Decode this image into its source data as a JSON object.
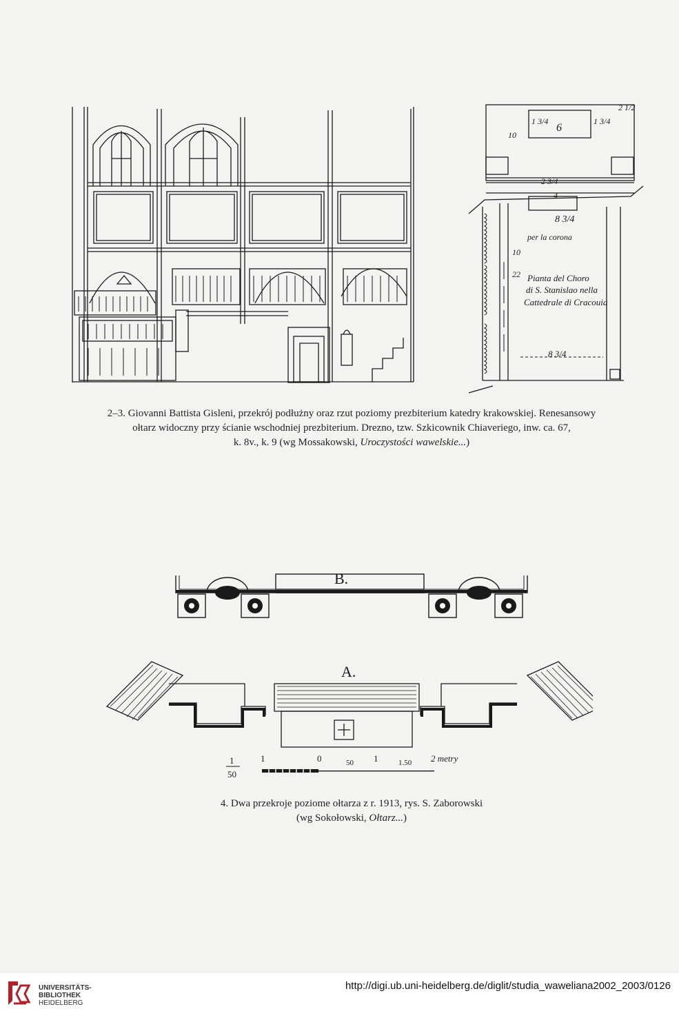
{
  "captions": {
    "fig23_line1": "2–3. Giovanni Battista Gisleni, przekrój podłużny oraz rzut poziomy prezbiterium katedry krakowskiej. Renesansowy",
    "fig23_line2": "ołtarz widoczny przy ścianie wschodniej prezbiterium. Drezno, tzw. Szkicownik Chiaveriego, inw. ca. 67,",
    "fig23_line3_a": "k. 8v., k. 9 (wg Mossakowski, ",
    "fig23_line3_italic": "Uroczystości wawelskie...",
    "fig23_line3_b": ")",
    "fig4_line1": "4. Dwa przekroje poziome ołtarza z r. 1913, rys. S. Zaborowski",
    "fig4_line2_a": "(wg Sokołowski, ",
    "fig4_line2_italic": "Ołtarz...",
    "fig4_line2_b": ")"
  },
  "plan_annotations": {
    "top_dim": "1 3/4",
    "top_fraction": "2 1/2",
    "left_dim": "10",
    "center": "6",
    "right_frac": "1 3/4",
    "mid_dim": "2 3/4",
    "upper_4": "4",
    "dim_8_3_4": "8 3/4",
    "per_corona": "per la corona",
    "pianta_1": "Pianta del Choro",
    "pianta_2": "di S. Stanislao nella",
    "pianta_3": "Cattedrale di Cracouia",
    "bottom_dim": "8 3/4",
    "side_22": "22",
    "side_10": "10"
  },
  "section_labels": {
    "b": "B.",
    "a": "A."
  },
  "scale_bar": {
    "ratio_num": "1",
    "ratio_den": "50",
    "t1": "1",
    "t0": "0",
    "t50": "50",
    "t1b": "1",
    "t150": "1.50",
    "t2": "2 metry"
  },
  "footer": {
    "lib_line1": "UNIVERSITÄTS-",
    "lib_line2": "BIBLIOTHEK",
    "lib_line3": "HEIDELBERG",
    "url": "http://digi.ub.uni-heidelberg.de/diglit/studia_waweliana2002_2003/0126"
  },
  "colors": {
    "ink": "#1a1a1a",
    "paper": "#f4f3ef",
    "logo_red": "#b3202a"
  }
}
